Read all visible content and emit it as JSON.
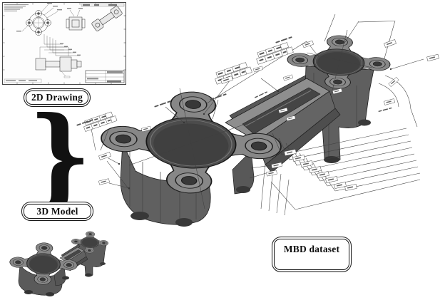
{
  "labels": {
    "drawing2d": "2D Drawing",
    "model3d": "3D Model",
    "mbd": "MBD dataset",
    "brace": "}"
  },
  "colors": {
    "background": "#ffffff",
    "outline": "#1f1f1f",
    "annotation_line": "#3f3f3f",
    "part_top": "#878787",
    "part_side": "#5e5e5e",
    "part_dark": "#3f3f3f",
    "bore": "#4c4c4c",
    "label_border": "#151515",
    "label_text": "#0d0d0d"
  }
}
